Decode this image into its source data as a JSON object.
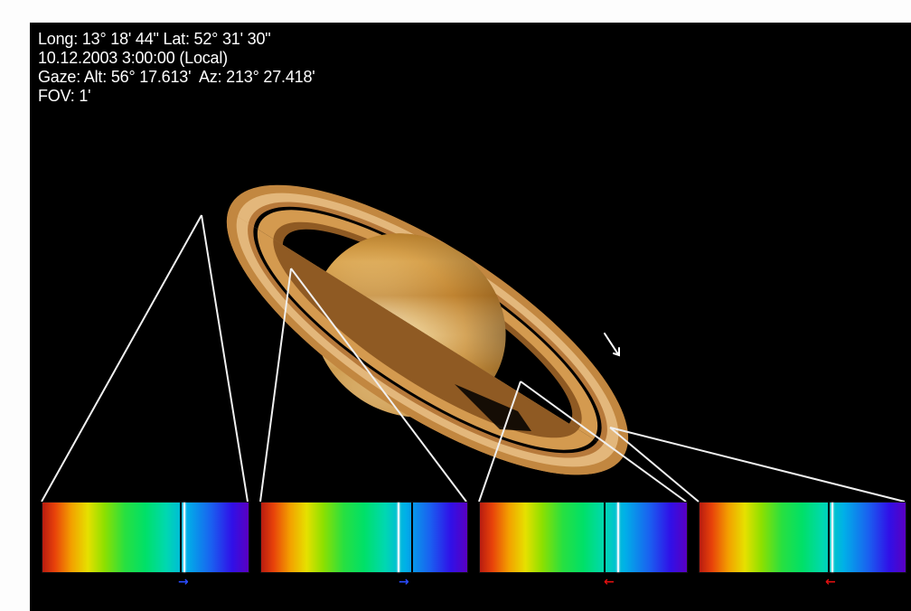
{
  "info": {
    "position": "Long: 13° 18' 44\" Lat: 52° 31' 30\"",
    "datetime": "10.12.2003 3:00:00 (Local)",
    "gaze": "Gaze: Alt: 56° 17.613'  Az: 213° 27.418'",
    "fov": "FOV: 1'"
  },
  "rotation_icon": "arrow-down-right-icon",
  "spectra": [
    {
      "shift_arrow": "→",
      "shift_color": "#2a4cff"
    },
    {
      "shift_arrow": "→",
      "shift_color": "#2a4cff"
    },
    {
      "shift_arrow": "←",
      "shift_color": "#e01010"
    },
    {
      "shift_arrow": "←",
      "shift_color": "#e01010"
    }
  ],
  "colors": {
    "background": "#000000",
    "text": "#ffffff",
    "ring": "#c98a3c",
    "planet": "#e0b060"
  }
}
